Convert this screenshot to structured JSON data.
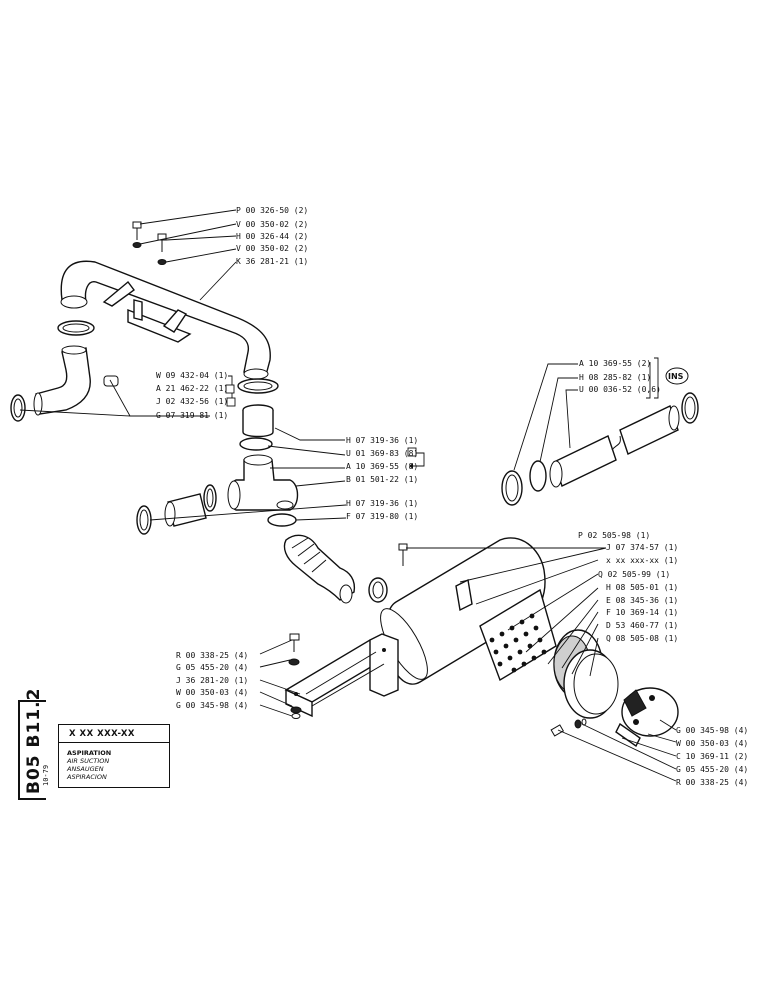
{
  "document": {
    "ref_code": "B05 B11.2",
    "date": "10-79",
    "part_number": "X XX XXX-XX",
    "titles": [
      "ASPIRATION",
      "AIR SUCTION",
      "ANSAUGEN",
      "ASPIRACION"
    ],
    "ins_marker": "INS"
  },
  "callouts": [
    {
      "id": "c1",
      "text": "P 00 326-50 (2)"
    },
    {
      "id": "c2",
      "text": "V 00 350-02 (2)"
    },
    {
      "id": "c3",
      "text": "H 00 326-44 (2)"
    },
    {
      "id": "c4",
      "text": "V 00 350-02 (2)"
    },
    {
      "id": "c5",
      "text": "K 36 281-21 (1)"
    },
    {
      "id": "c6",
      "text": "W 09 432-04 (1)"
    },
    {
      "id": "c7",
      "text": "A 21 462-22 (1)"
    },
    {
      "id": "c8",
      "text": "J 02 432-56 (1)"
    },
    {
      "id": "c9",
      "text": "G 07 319-81 (1)"
    },
    {
      "id": "c10",
      "text": "H 07 319-36 (1)"
    },
    {
      "id": "c11",
      "text": "U 01 369-83 (8)"
    },
    {
      "id": "c12",
      "text": "A 10 369-55 (8)"
    },
    {
      "id": "c13",
      "text": "B 01 501-22 (1)"
    },
    {
      "id": "c14",
      "text": "H 07 319-36 (1)"
    },
    {
      "id": "c15",
      "text": "F 07 319-80 (1)"
    },
    {
      "id": "c16",
      "text": "A 10 369-55 (2)"
    },
    {
      "id": "c17",
      "text": "H 08 285-82 (1)"
    },
    {
      "id": "c18",
      "text": "U 00 036-52 (0,6)"
    },
    {
      "id": "c19",
      "text": "P 02 505-98 (1)"
    },
    {
      "id": "c20",
      "text": "J 07 374-57 (1)"
    },
    {
      "id": "c21",
      "text": "x xx xxx-xx (1)"
    },
    {
      "id": "c22",
      "text": "Q 02 505-99 (1)"
    },
    {
      "id": "c23",
      "text": "H 08 505-01 (1)"
    },
    {
      "id": "c24",
      "text": "E 08 345-36 (1)"
    },
    {
      "id": "c25",
      "text": "F 10 369-14 (1)"
    },
    {
      "id": "c26",
      "text": "D 53 460-77 (1)"
    },
    {
      "id": "c27",
      "text": "Q 08 505-08 (1)"
    },
    {
      "id": "c28",
      "text": "R 00 338-25 (4)"
    },
    {
      "id": "c29",
      "text": "G 05 455-20 (4)"
    },
    {
      "id": "c30",
      "text": "J 36 281-20 (1)"
    },
    {
      "id": "c31",
      "text": "W 00 350-03 (4)"
    },
    {
      "id": "c32",
      "text": "G 00 345-98 (4)"
    },
    {
      "id": "c33",
      "text": "G 00 345-98 (4)"
    },
    {
      "id": "c34",
      "text": "W 00 350-03 (4)"
    },
    {
      "id": "c35",
      "text": "C 10 369-11 (2)"
    },
    {
      "id": "c36",
      "text": "G 05 455-20 (4)"
    },
    {
      "id": "c37",
      "text": "R 00 338-25 (4)"
    }
  ]
}
